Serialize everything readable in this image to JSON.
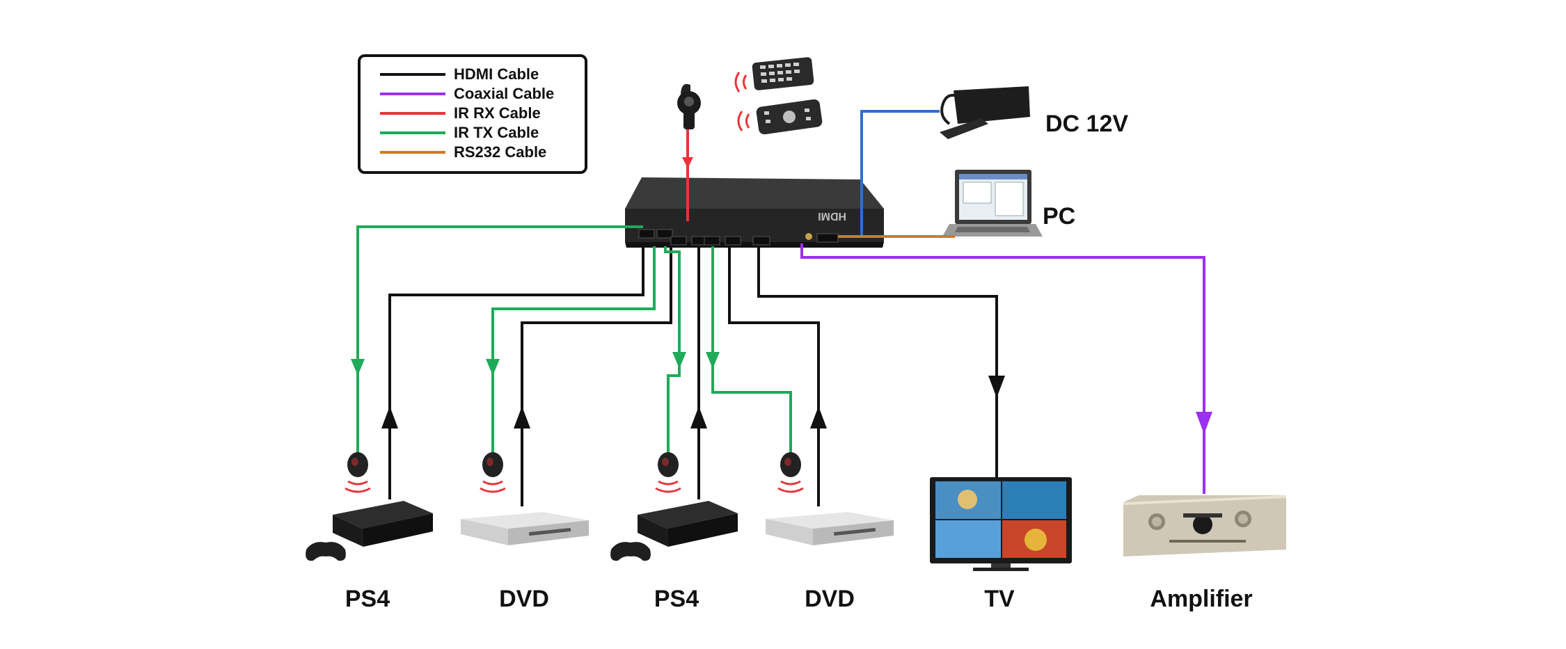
{
  "legend": {
    "items": [
      {
        "label": "HDMI Cable",
        "color": "#111111"
      },
      {
        "label": "Coaxial Cable",
        "color": "#9b30f0"
      },
      {
        "label": "IR RX Cable",
        "color": "#e8343a"
      },
      {
        "label": "IR TX Cable",
        "color": "#1faa5a"
      },
      {
        "label": "RS232 Cable",
        "color": "#d07a26"
      }
    ]
  },
  "devices": {
    "power": "DC 12V",
    "pc": "PC",
    "source1": "PS4",
    "source2": "DVD",
    "source3": "PS4",
    "source4": "DVD",
    "tv": "TV",
    "amplifier": "Amplifier"
  },
  "colors": {
    "hdmi": "#111111",
    "coax": "#9b30f0",
    "ir_rx": "#e8343a",
    "ir_tx": "#1faa5a",
    "rs232": "#d07a26",
    "dc": "#2f6fd0"
  },
  "icons": [
    "remote-control-icon",
    "ir-receiver-icon",
    "power-adapter-icon",
    "laptop-icon",
    "ps4-console-icon",
    "dvd-player-icon",
    "tv-icon",
    "amplifier-icon",
    "ir-emitter-icon",
    "hdmi-switch-icon"
  ]
}
